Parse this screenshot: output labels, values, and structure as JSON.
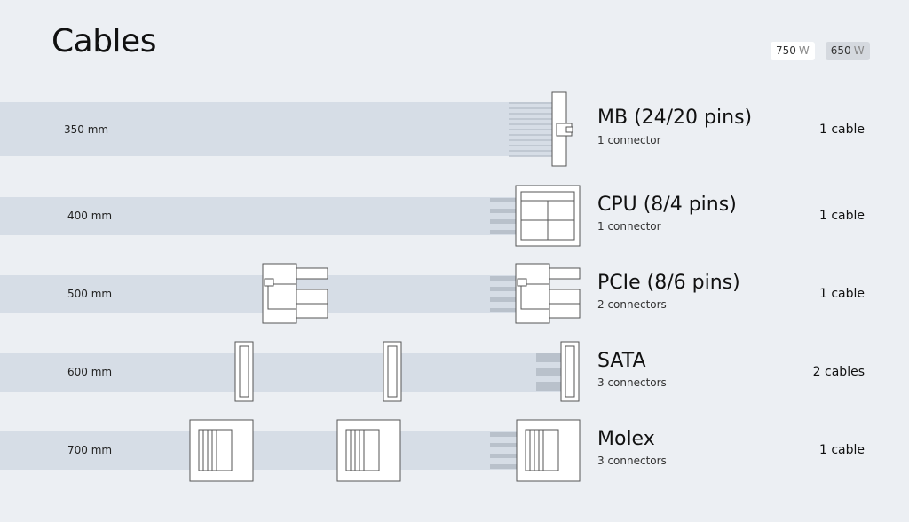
{
  "page": {
    "title": "Cables"
  },
  "wattage": {
    "options": [
      {
        "value": "750",
        "unit": "W",
        "active": true
      },
      {
        "value": "650",
        "unit": "W",
        "active": false
      }
    ]
  },
  "colors": {
    "background": "#eceff3",
    "band": "#d6dde6",
    "connector_fill": "#ffffff",
    "connector_stroke": "#555555",
    "wire": "#b9c1cb"
  },
  "cables": [
    {
      "id": "mb",
      "length": "350 mm",
      "name": "MB (24/20 pins)",
      "connectors": "1 connector",
      "count": "1 cable",
      "icon": "atx-24pin-connector-icon"
    },
    {
      "id": "cpu",
      "length": "400 mm",
      "name": "CPU (8/4 pins)",
      "connectors": "1 connector",
      "count": "1 cable",
      "icon": "eps-8pin-connector-icon"
    },
    {
      "id": "pcie",
      "length": "500 mm",
      "name": "PCIe (8/6 pins)",
      "connectors": "2 connectors",
      "count": "1 cable",
      "icon": "pcie-8pin-connector-icon"
    },
    {
      "id": "sata",
      "length": "600 mm",
      "name": "SATA",
      "connectors": "3 connectors",
      "count": "2 cables",
      "icon": "sata-connector-icon"
    },
    {
      "id": "molex",
      "length": "700 mm",
      "name": "Molex",
      "connectors": "3 connectors",
      "count": "1 cable",
      "icon": "molex-connector-icon"
    }
  ]
}
